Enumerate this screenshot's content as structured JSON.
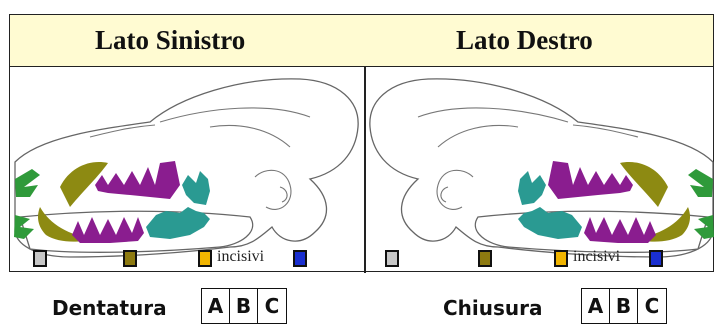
{
  "panels": {
    "left_title": "Lato Sinistro",
    "right_title": "Lato Destro"
  },
  "legend": {
    "left": {
      "incisivi_label": "incisivi"
    },
    "right": {
      "incisivi_label": "incisivi"
    },
    "colors": {
      "box1": "#c8c8c8",
      "box2": "#8d7a10",
      "box3": "#f0b400",
      "box4": "#1a2fd0"
    }
  },
  "teeth_colors": {
    "incisors": "#2f9a3a",
    "canines": "#8d8a12",
    "premolars": "#8a1d8f",
    "molars": "#2a9a92"
  },
  "bottom": {
    "dentatura_label": "Dentatura",
    "dentatura_options": [
      "A",
      "B",
      "C"
    ],
    "chiusura_label": "Chiusura",
    "chiusura_options": [
      "A",
      "B",
      "C"
    ]
  }
}
